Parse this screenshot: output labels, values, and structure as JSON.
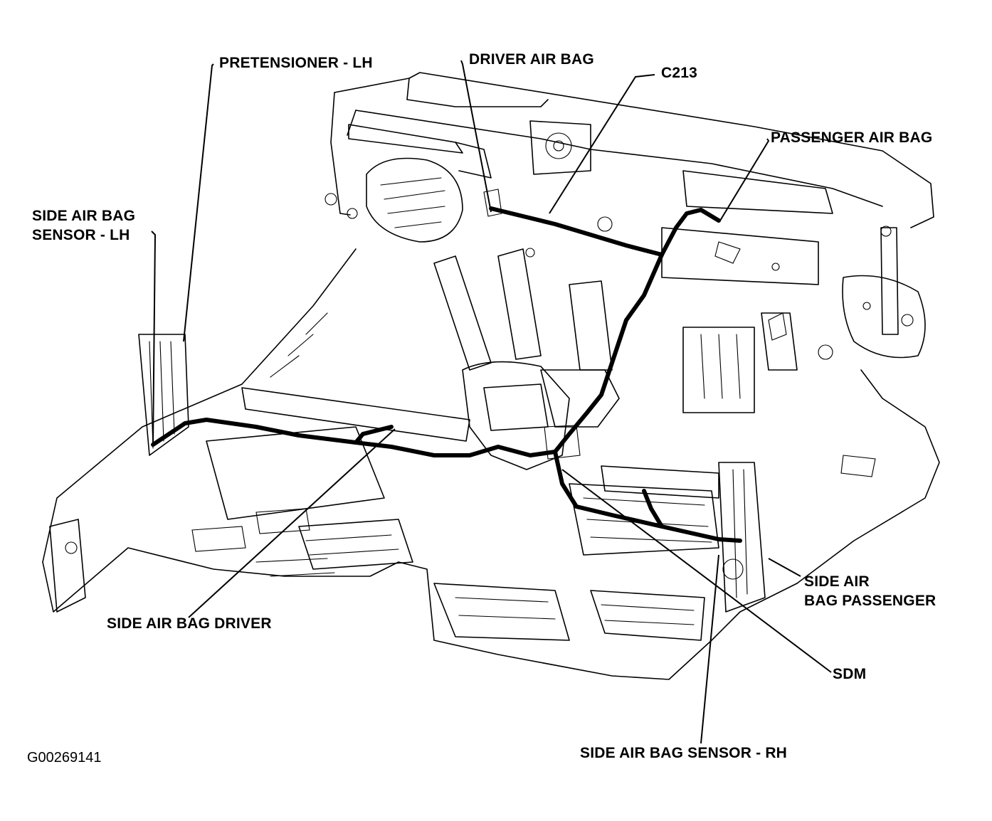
{
  "figure": {
    "id": "G00269141",
    "labels": {
      "pretensioner_lh": "PRETENSIONER - LH",
      "driver_air_bag": "DRIVER AIR BAG",
      "c213": "C213",
      "passenger_air_bag": "PASSENGER AIR BAG",
      "side_air_bag_sensor_lh_line1": "SIDE AIR BAG",
      "side_air_bag_sensor_lh_line2": "SENSOR - LH",
      "side_air_bag_passenger_line1": "SIDE AIR",
      "side_air_bag_passenger_line2": "BAG PASSENGER",
      "sdm": "SDM",
      "side_air_bag_driver": "SIDE AIR BAG DRIVER",
      "side_air_bag_sensor_rh": "SIDE AIR BAG SENSOR - RH"
    }
  }
}
